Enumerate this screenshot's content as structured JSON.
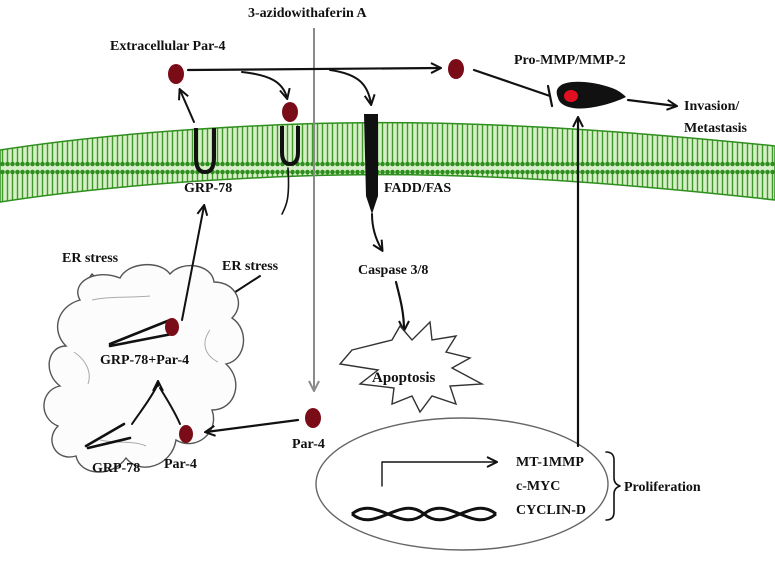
{
  "labels": {
    "drug": "3-azidowithaferin A",
    "extracellular_par4": "Extracellular Par-4",
    "pro_mmp": "Pro-MMP/MMP-2",
    "invasion_line1": "Invasion/",
    "invasion_line2": "Metastasis",
    "grp78_receptor": "GRP-78",
    "fadd_fas": "FADD/FAS",
    "er_stress_left": "ER stress",
    "er_stress_mid": "ER stress",
    "caspase": "Caspase 3/8",
    "complex": "GRP-78+Par-4",
    "apoptosis": "Apoptosis",
    "par4_cytoplasm": "Par-4",
    "grp78_er": "GRP-78",
    "par4_er": "Par-4",
    "gene_mt1mmp": "MT-1MMP",
    "gene_cmyc": "c-MYC",
    "gene_cyclin": "CYCLIN-D",
    "proliferation": "Proliferation"
  },
  "colors": {
    "par4_dot": "#7a0c18",
    "membrane": "#2f8f1e",
    "membrane_fill": "#c9e8b8",
    "mmp_dot": "#e01020",
    "drug_line": "#9a9a9a",
    "ink": "#111111"
  },
  "icons": {
    "protein": "par4-dot-icon",
    "receptor": "grp78-receptor-icon",
    "death_receptor": "fadd-fas-receptor-icon",
    "enzyme": "mmp-enzyme-icon",
    "dna": "dna-helix-icon",
    "stress": "lightning-icon"
  }
}
